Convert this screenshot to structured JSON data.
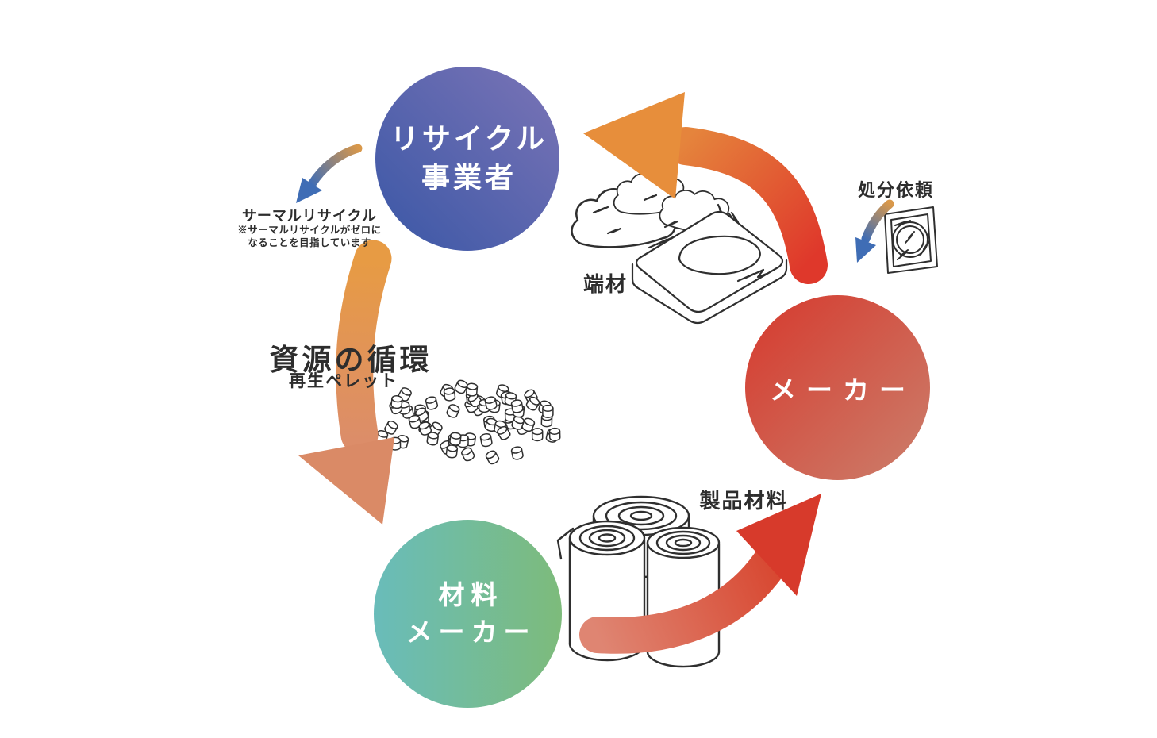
{
  "diagram": {
    "background": "#ffffff",
    "center": {
      "title": "資源の循環",
      "subtitle": "再生ペレット"
    },
    "nodes": {
      "recycler": {
        "line1": "リサイクル",
        "line2": "事業者",
        "color_from": "#3a57a6",
        "color_to": "#7b74b6",
        "text_color": "#ffffff"
      },
      "maker": {
        "label": "メーカー",
        "color_from": "#d6392d",
        "color_to": "#cb7f6c",
        "text_color": "#ffffff"
      },
      "material_maker": {
        "line1": "材料",
        "line2": "メーカー",
        "color_from": "#69bcba",
        "color_to": "#7dbb7b",
        "text_color": "#ffffff"
      }
    },
    "flow_labels": {
      "scrap": "端材",
      "disposal_request": "処分依頼",
      "product_materials": "製品材料",
      "thermal_recycle": "サーマルリサイクル",
      "thermal_note_line1": "※サーマルリサイクルがゼロに",
      "thermal_note_line2": "なることを目指しています"
    },
    "arrow_colors": {
      "orange": "#e78e3b",
      "red": "#d73a2b",
      "salmon": "#da8a66",
      "blue": "#3f6db5",
      "sketch_line": "#2f2f2f"
    }
  }
}
